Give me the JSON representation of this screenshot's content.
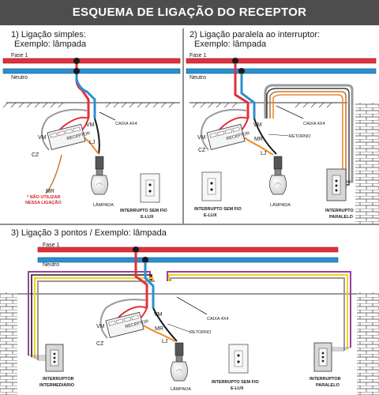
{
  "header": {
    "title": "ESQUEMA DE LIGAÇÃO DO RECEPTOR"
  },
  "panels": [
    {
      "title_line1": "1) Ligação simples:",
      "title_line2": "Exemplo: lâmpada",
      "phase_label": "Fase 1",
      "neutral_label": "Neutro",
      "box_label": "CAIXA 4X4",
      "wire_vm": "VM",
      "wire_vm_red": "VM",
      "wire_cz": "CZ",
      "wire_lj": "LJ",
      "wire_mr": "MR",
      "receiver_label": "RECEPTOR",
      "warning_line1": "* NÃO UTILIZAR",
      "warning_line2": "NESSA LIGAÇÃO",
      "lamp_label": "LÂMPADA",
      "switch_line1": "INTERRUPTO SEM FIO",
      "switch_line2": "E-LUX"
    },
    {
      "title_line1": "2) Ligação paralela ao interruptor:",
      "title_line2": "Exemplo: lâmpada",
      "phase_label": "Fase 1",
      "neutral_label": "Neutro",
      "box_label": "CAIXA 4X4",
      "retorno_label": "RETORNO",
      "wire_vm": "VM",
      "wire_vm_red": "VM",
      "wire_cz": "CZ",
      "wire_lj": "LJ",
      "wire_mr": "MR",
      "receiver_label": "RECEPTOR",
      "lamp_label": "LÂMPADA",
      "switch_line1": "INTERRUPTO SEM FIO",
      "switch_line2": "E-LUX",
      "parallel_line1": "INTERRUPTO",
      "parallel_line2": "PARALELO"
    },
    {
      "title": "3) Ligação 3 pontos / Exemplo: lâmpada",
      "phase_label": "Fase 1",
      "neutral_label": "Neutro",
      "box_label": "CAIXA 4X4",
      "retorno_label": "RETORNO",
      "wire_vm": "VM",
      "wire_vm_red": "VM",
      "wire_cz": "CZ",
      "wire_lj": "LJ",
      "wire_mr": "MR",
      "receiver_label": "RECEPTOR",
      "lamp_label": "LÂMPADA",
      "switch_line1": "INTERRUPTO SEM FIO",
      "switch_line2": "E-LUX",
      "intermediate_line1": "INTERRUPTOR",
      "intermediate_line2": "INTERMEDIÁRIO",
      "parallel_line1": "INTERRUPTOR",
      "parallel_line2": "PARALELO"
    }
  ],
  "colors": {
    "phase": "#e0313c",
    "neutral": "#2b8fd0",
    "vm": "#e0313c",
    "cz": "#9a9a9a",
    "lj": "#f08a24",
    "mr": "#c27a3a",
    "yellow": "#f5d21a",
    "purple": "#9b3fa0",
    "connector": "#1a1a1a",
    "header_bg": "#4d4d4d"
  }
}
